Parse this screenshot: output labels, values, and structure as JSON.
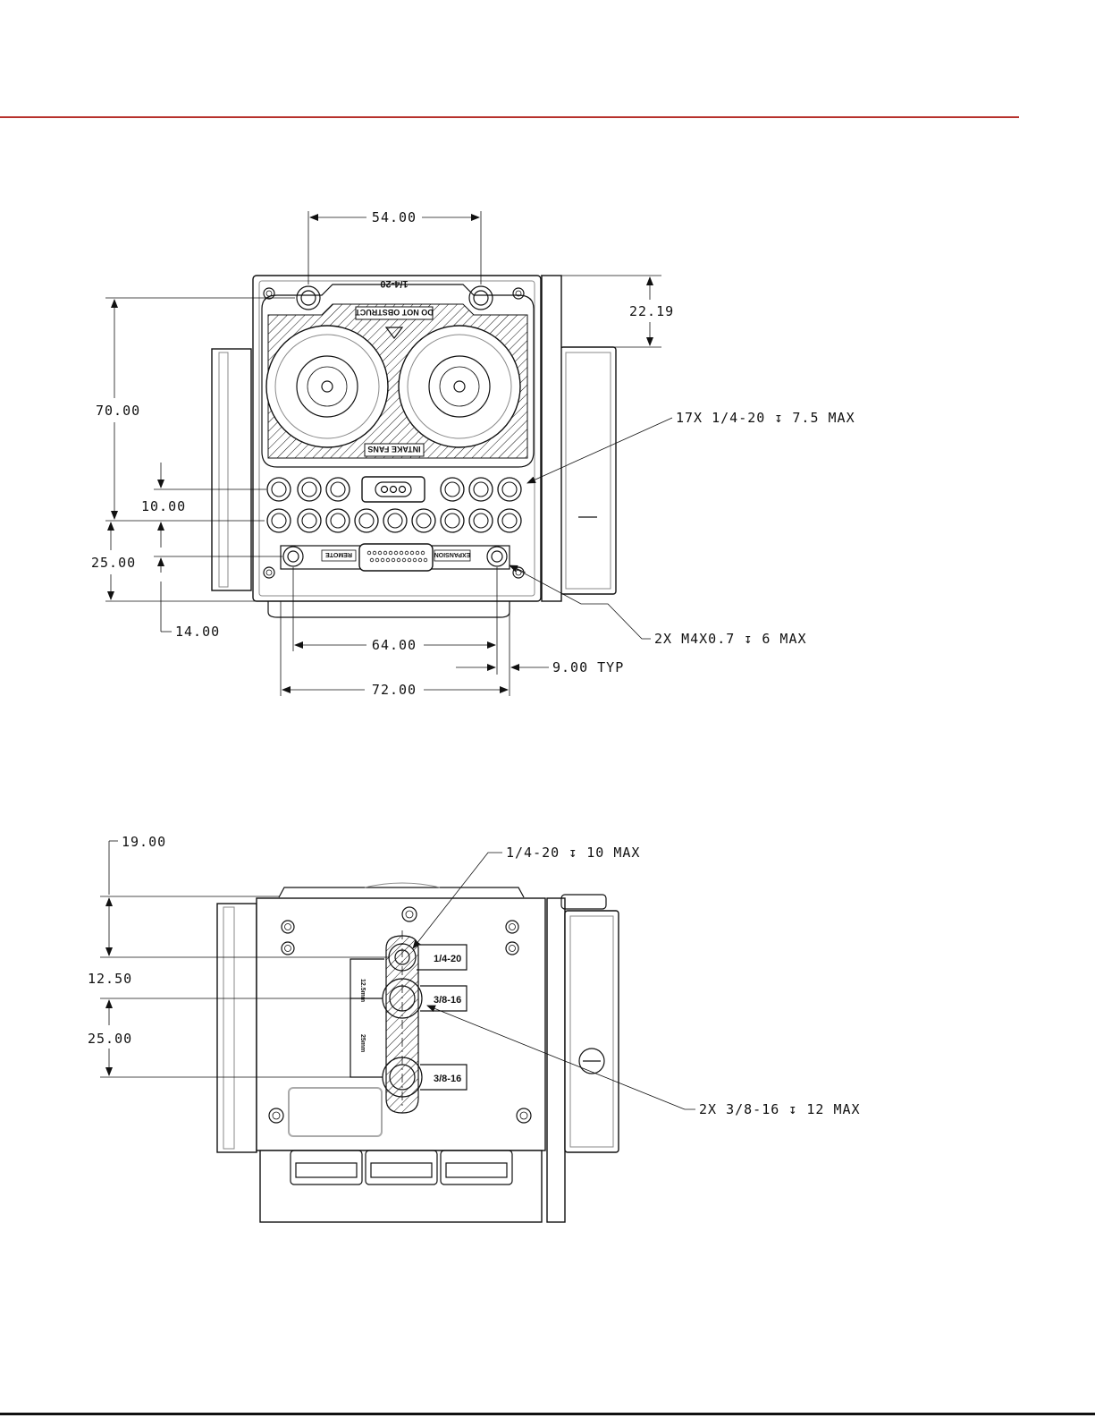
{
  "colors": {
    "accent_rule": "#b7312c",
    "ink": "#111111"
  },
  "front_view": {
    "top_label": "1/4-20",
    "warning_label": "DO NOT OBSTRUCT",
    "intake_label": "INTAKE FANS",
    "left_port_label": "REMOTE",
    "right_port_label": "EXPANSION",
    "dims": {
      "top_spacing": "54.00",
      "top_offset": "22.19",
      "height": "70.00",
      "row_spacing": "10.00",
      "lower_row": "25.00",
      "bottom": "14.00",
      "inner_width": "64.00",
      "edge": "9.00 TYP",
      "outer_width": "72.00"
    },
    "callouts": {
      "holes": "17X 1/4-20 ↧ 7.5 MAX",
      "small_holes": "2X M4X0.7 ↧ 6 MAX"
    }
  },
  "bottom_view": {
    "labels": {
      "a": "1/4-20",
      "b": "3/8-16",
      "c": "3/8-16",
      "gap1": "12.5mm",
      "gap2": "25mm"
    },
    "dims": {
      "top": "19.00",
      "gap": "12.50",
      "spacing": "25.00"
    },
    "callouts": {
      "top_hole": "1/4-20 ↧ 10 MAX",
      "holes": "2X 3/8-16 ↧ 12 MAX"
    }
  }
}
